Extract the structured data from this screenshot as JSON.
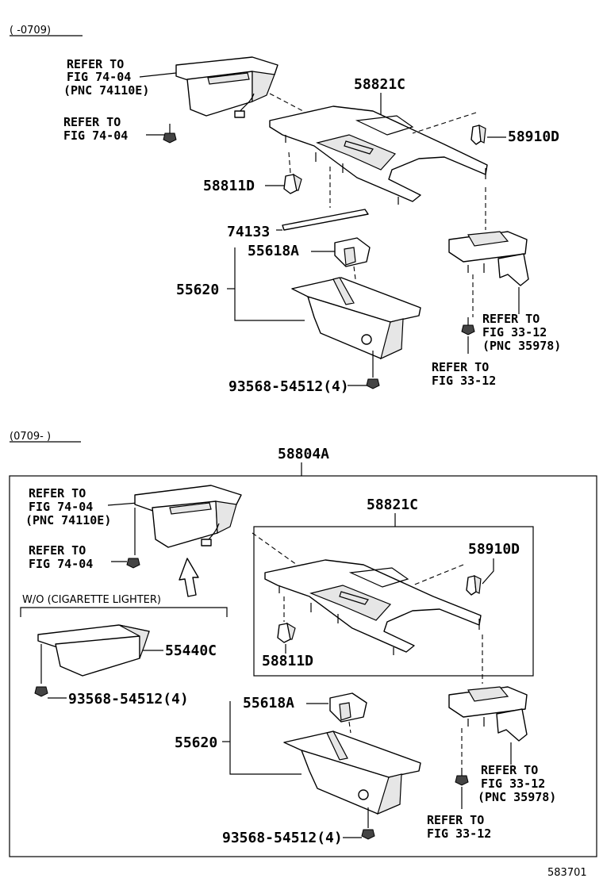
{
  "period_labels": {
    "top": "(     -0709)",
    "bottom": "(0709-     )"
  },
  "top": {
    "refer_fig_7404_pnc": [
      "REFER TO",
      "FIG 74-04",
      "(PNC 74110E)"
    ],
    "refer_fig_7404": [
      "REFER TO",
      "FIG 74-04"
    ],
    "part_58821C": "58821C",
    "part_58910D": "58910D",
    "part_58811D": "58811D",
    "part_74133": "74133",
    "part_55618A": "55618A",
    "part_55620": "55620",
    "refer_fig_3312_pnc": [
      "REFER TO",
      "FIG 33-12",
      "(PNC 35978)"
    ],
    "refer_fig_3312": [
      "REFER TO",
      "FIG 33-12"
    ],
    "bolt": "93568-54512(4)"
  },
  "bottom": {
    "assembly": "58804A",
    "refer_fig_7404_pnc": [
      "REFER TO",
      "FIG 74-04",
      "(PNC 74110E)"
    ],
    "refer_fig_7404": [
      "REFER TO",
      "FIG 74-04"
    ],
    "part_58821C": "58821C",
    "part_58910D": "58910D",
    "part_58811D": "58811D",
    "wo_cig": "W/O (CIGARETTE LIGHTER)",
    "part_55440C": "55440C",
    "bolt_a": "93568-54512(4)",
    "part_55618A": "55618A",
    "part_55620": "55620",
    "refer_fig_3312_pnc": [
      "REFER TO",
      "FIG 33-12",
      "(PNC 35978)"
    ],
    "refer_fig_3312": [
      "REFER TO",
      "FIG 33-12"
    ],
    "bolt_b": "93568-54512(4)"
  },
  "diagram_code": "583701"
}
